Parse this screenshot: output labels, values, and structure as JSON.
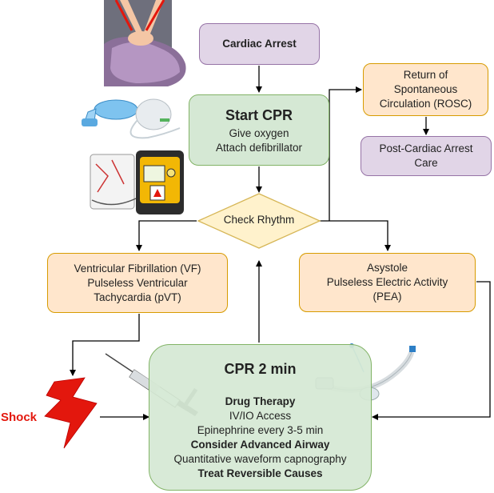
{
  "nodes": {
    "cardiac_arrest": "Cardiac Arrest",
    "start_cpr": {
      "title": "Start CPR",
      "line1": "Give oxygen",
      "line2": "Attach defibrillator"
    },
    "rosc": {
      "line1": "Return of",
      "line2": "Spontaneous",
      "line3": "Circulation (ROSC)"
    },
    "post_arrest": {
      "line1": "Post-Cardiac Arrest",
      "line2": "Care"
    },
    "check_rhythm": "Check Rhythm",
    "vf": {
      "line1": "Ventricular Fibrillation (VF)",
      "line2": "Pulseless Ventricular",
      "line3": "Tachycardia (pVT)"
    },
    "asystole": {
      "line1": "Asystole",
      "line2": "Pulseless Electric Activity",
      "line3": "(PEA)"
    },
    "cpr2": {
      "title": "CPR 2 min",
      "drug_therapy": "Drug Therapy",
      "access": "IV/IO Access",
      "epi": "Epinephrine every 3-5 min",
      "airway": "Consider Advanced Airway",
      "capno": "Quantitative waveform capnography",
      "reversible": "Treat Reversible Causes"
    }
  },
  "shock_label": "Shock",
  "colors": {
    "purple_fill": "#e1d5e7",
    "purple_stroke": "#9673a6",
    "green_fill": "#d5e8d4",
    "green_stroke": "#82b366",
    "orange_fill": "#ffe6cc",
    "orange_stroke": "#d79b00",
    "diamond_fill": "#fff2cc",
    "diamond_stroke": "#d6b656",
    "shock_red": "#e3170d"
  },
  "illustrations": [
    "cpr-hands-illustration",
    "bag-valve-mask-illustration",
    "defibrillator-illustration",
    "syringe-illustration",
    "endotracheal-tube-illustration"
  ]
}
